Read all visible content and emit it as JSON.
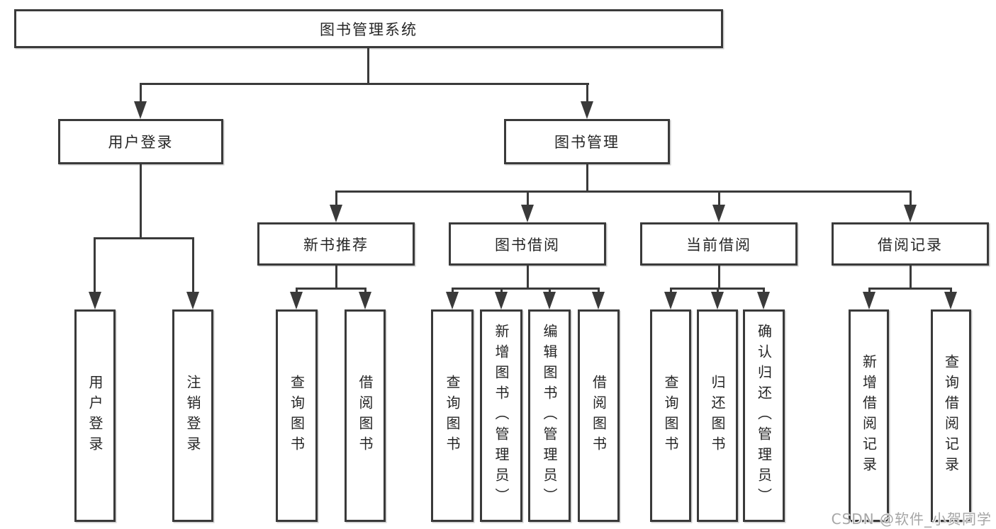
{
  "tree": {
    "root": "图书管理系统",
    "branches": [
      {
        "label": "用户登录",
        "children": [
          "用户登录",
          "注销登录"
        ]
      },
      {
        "label": "图书管理",
        "groups": [
          {
            "label": "新书推荐",
            "children": [
              "查询图书",
              "借阅图书"
            ]
          },
          {
            "label": "图书借阅",
            "children": [
              "查询图书",
              "新增图书（管理员）",
              "编辑图书（管理员）",
              "借阅图书"
            ]
          },
          {
            "label": "当前借阅",
            "children": [
              "查询图书",
              "归还图书",
              "确认归还（管理员）"
            ]
          },
          {
            "label": "借阅记录",
            "children": [
              "新增借阅记录",
              "查询借阅记录"
            ]
          }
        ]
      }
    ]
  },
  "watermark": "CSDN @软件_小贺同学",
  "colors": {
    "line": "#3a3a3a",
    "text": "#262626",
    "background": "#ffffff",
    "watermark": "#a6a6a6"
  }
}
